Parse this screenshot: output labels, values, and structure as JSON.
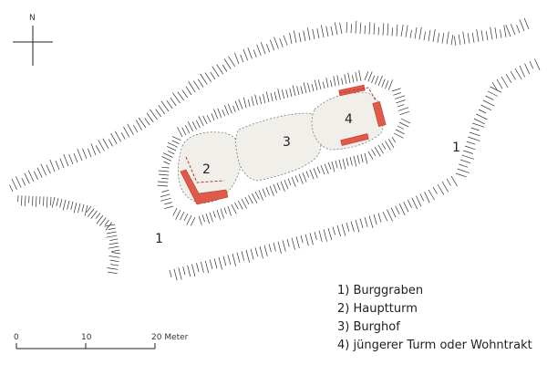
{
  "compass": {
    "north_label": "N"
  },
  "plan": {
    "labels": {
      "moat_left": "1",
      "moat_right": "1",
      "keep": "2",
      "courtyard": "3",
      "tower": "4"
    }
  },
  "scale": {
    "ticks": [
      "0",
      "10",
      "20 Meter"
    ]
  },
  "legend": {
    "items": [
      "1) Burggraben",
      "2) Hauptturm",
      "3) Burghof",
      "4) jüngerer Turm oder Wohntrakt"
    ]
  },
  "colors": {
    "plateau": "#f1efe9",
    "masonry": "#e05a4a",
    "hachure": "#333333"
  }
}
